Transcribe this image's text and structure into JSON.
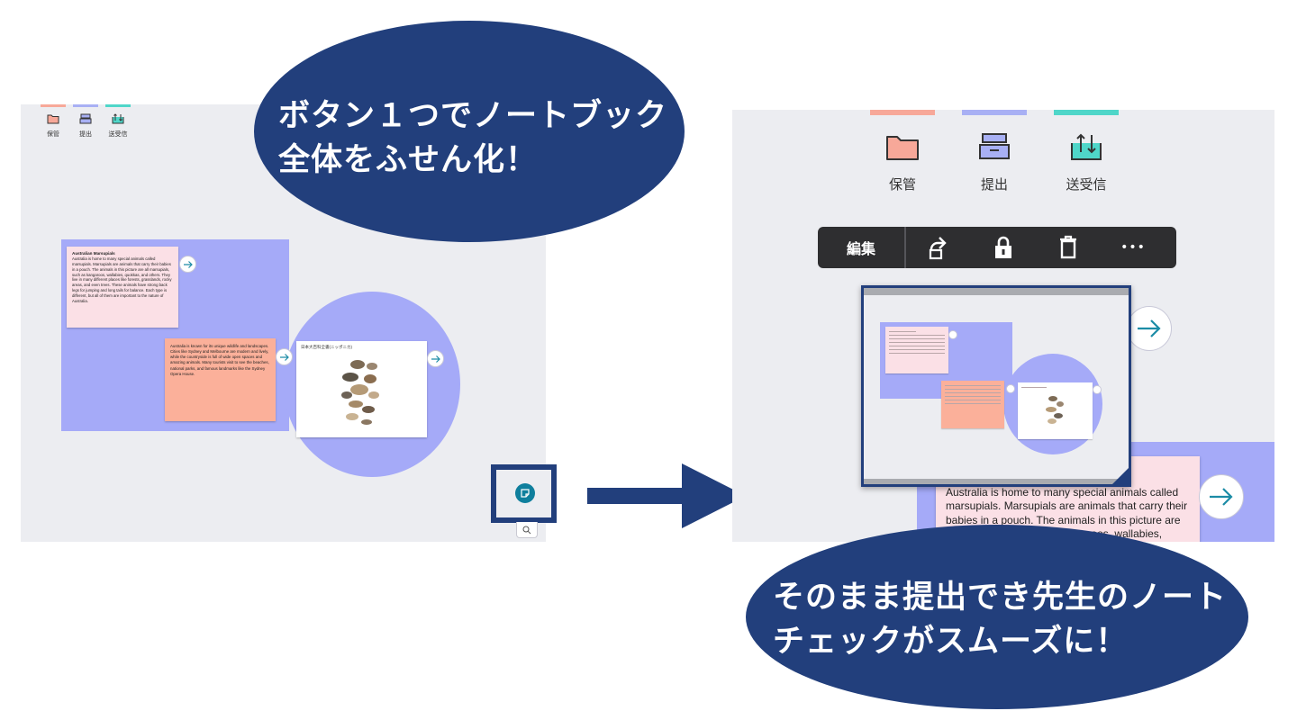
{
  "colors": {
    "navy": "#223f7c",
    "lavender": "#a5aaf8",
    "pink_card": "#fbe0e6",
    "salmon_card": "#fbb09a",
    "teal_button": "#0f7f9d",
    "tool_salmon": "#f7a899",
    "tool_blue": "#a8b0f4",
    "tool_teal": "#4fd6c9"
  },
  "bubbles": {
    "top_line1": "ボタン１つでノートブック",
    "top_line2": "全体をふせん化！",
    "bottom_line1": "そのまま提出でき先生のノート",
    "bottom_line2": "チェックがスムーズに！"
  },
  "toolbar": {
    "items": [
      {
        "label": "保管",
        "icon": "folder-icon"
      },
      {
        "label": "提出",
        "icon": "submit-tray-icon"
      },
      {
        "label": "送受信",
        "icon": "send-receive-icon"
      }
    ]
  },
  "left_canvas": {
    "card_pink": {
      "title": "Australian Marsupials",
      "text": "Australia is home to many special animals called marsupials. Marsupials are animals that carry their babies in a pouch. The animals in this picture are all marsupials, such as kangaroos, wallabies, quokkas, and others. They live in many different places like forests, grasslands, rocky areas, and even trees. These animals have strong back legs for jumping and long tails for balance. Each type is different, but all of them are important to the nature of Australia."
    },
    "card_salmon": {
      "text": "Australia is known for its unique wildlife and landscapes. Cities like Sydney and Melbourne are modern and lively, while the countryside is full of wide open spaces and amazing animals. Many tourists visit to see the beaches, national parks, and famous landmarks like the Sydney Opera House."
    },
    "card_image": {
      "caption": "日本大百科全書(ニッポニカ)"
    }
  },
  "context_menu": {
    "edit_label": "編集",
    "icons": [
      "share-icon",
      "lock-icon",
      "trash-icon",
      "more-icon"
    ],
    "more_glyph": "•••"
  },
  "right_canvas": {
    "card_text": "Australia is home to many special animals called marsupials. Marsupials are animals that carry their babies in a pouch. The animals in this picture are all marsupials, such as kangaroos, wallabies, quokkas,"
  }
}
